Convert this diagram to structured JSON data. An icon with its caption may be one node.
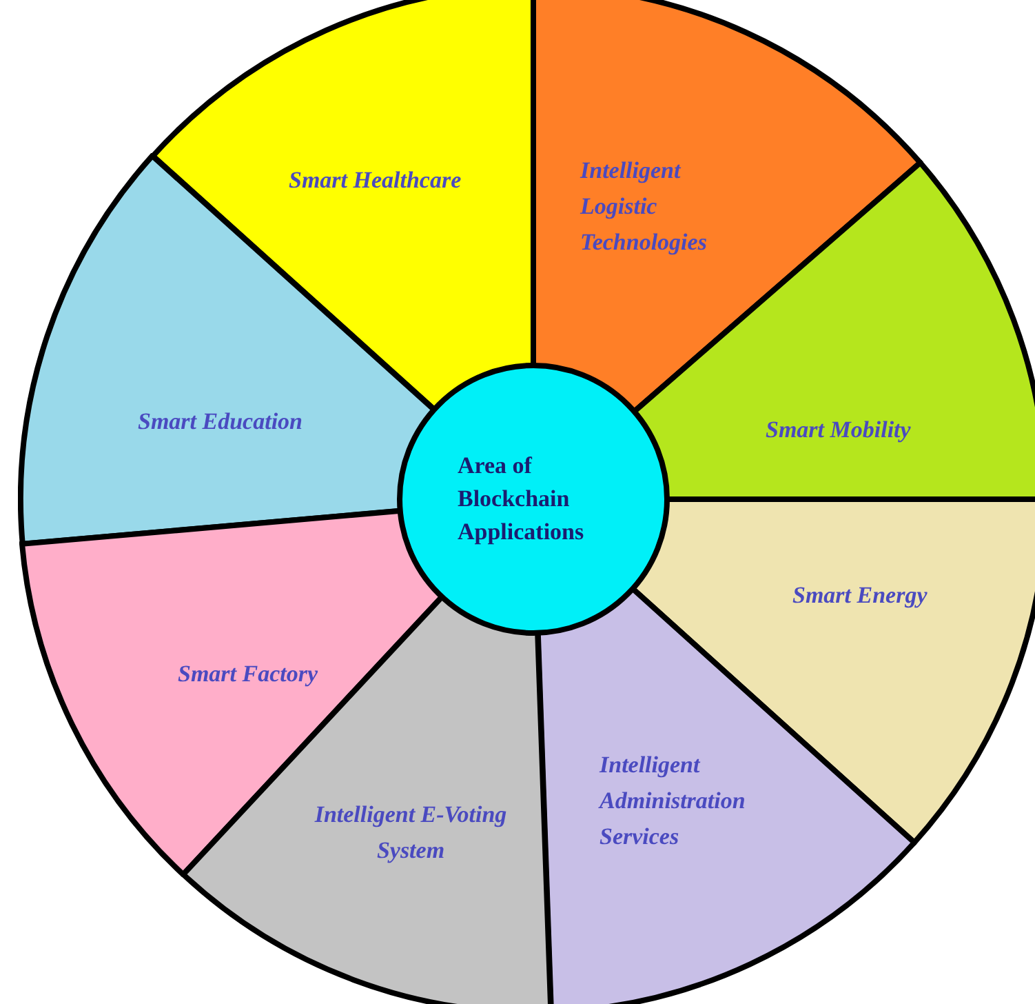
{
  "diagram": {
    "nodes": [
      {
        "text": [
          "Smart Healthcare"
        ]
      },
      {
        "text": [
          "Intelligent Logistic Technologies"
        ]
      },
      {
        "text": [
          "Smart Education"
        ]
      },
      {
        "text": [
          "Smart Mobility"
        ]
      },
      {
        "text": [
          "Area of Blockchain Applications"
        ]
      },
      {
        "text": [
          "Smart Energy"
        ]
      },
      {
        "text": [
          "Smart Factory"
        ]
      },
      {
        "text": [
          "Intelligent Administration Services"
        ]
      },
      {
        "text": [
          "Intelligent E-Voting System"
        ]
      }
    ]
  }
}
